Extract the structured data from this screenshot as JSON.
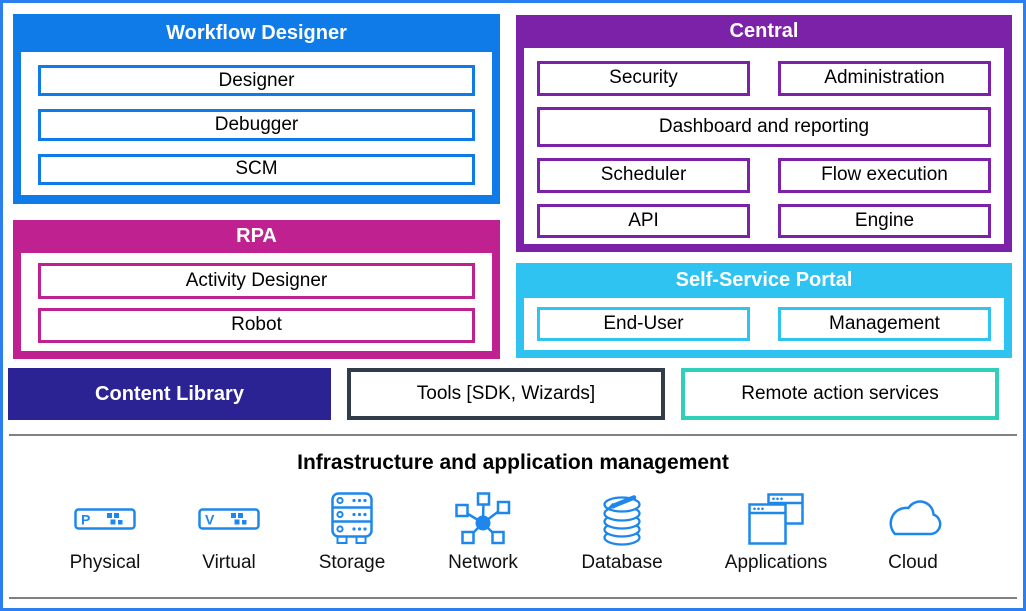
{
  "colors": {
    "frame_border": "#2B7FF0",
    "blue": "#0F7BE9",
    "purple": "#7B22A8",
    "magenta": "#C02191",
    "cyan": "#2FC3F2",
    "indigo": "#2B2293",
    "slate": "#303C48",
    "teal": "#2FCFBA",
    "icon_blue": "#1E87EB",
    "divider": "#808080"
  },
  "groups": {
    "workflow_designer": {
      "title": "Workflow Designer",
      "items": [
        "Designer",
        "Debugger",
        "SCM"
      ]
    },
    "central": {
      "title": "Central",
      "rows": [
        [
          "Security",
          "Administration"
        ],
        [
          "Dashboard and reporting"
        ],
        [
          "Scheduler",
          "Flow execution"
        ],
        [
          "API",
          "Engine"
        ]
      ]
    },
    "rpa": {
      "title": "RPA",
      "items": [
        "Activity Designer",
        "Robot"
      ]
    },
    "self_service_portal": {
      "title": "Self-Service Portal",
      "items": [
        "End-User",
        "Management"
      ]
    }
  },
  "bars": {
    "content_library": "Content Library",
    "tools": "Tools [SDK, Wizards]",
    "remote_action_services": "Remote action services"
  },
  "infrastructure": {
    "title": "Infrastructure and application management",
    "items": [
      {
        "label": "Physical",
        "icon": "physical-server-icon",
        "icon_letter": "P"
      },
      {
        "label": "Virtual",
        "icon": "virtual-machine-icon",
        "icon_letter": "V"
      },
      {
        "label": "Storage",
        "icon": "storage-icon"
      },
      {
        "label": "Network",
        "icon": "network-icon"
      },
      {
        "label": "Database",
        "icon": "database-icon"
      },
      {
        "label": "Applications",
        "icon": "applications-icon"
      },
      {
        "label": "Cloud",
        "icon": "cloud-icon"
      }
    ]
  }
}
